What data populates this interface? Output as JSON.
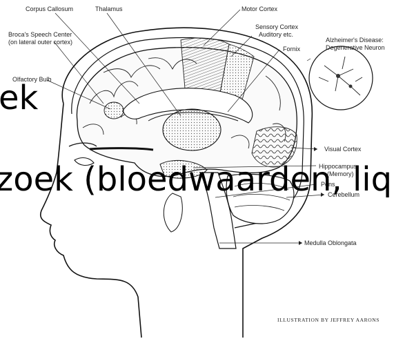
{
  "labels": {
    "corpus_callosum": "Corpus Callosum",
    "thalamus": "Thalamus",
    "motor_cortex": "Motor Cortex",
    "brocas_line1": "Broca's Speech Center",
    "brocas_line2": "(on lateral outer cortex)",
    "sensory_line1": "Sensory Cortex",
    "sensory_line2": "Auditory etc.",
    "fornix": "Fornix",
    "alzheimers_line1": "Alzheimer's Disease:",
    "alzheimers_line2": "Degenerative Neuron",
    "olfactory_bulb": "Olfactory Bulb",
    "visual_cortex": "Visual Cortex",
    "hippocampus_line1": "Hippocampus",
    "hippocampus_line2": "(Memory)",
    "pons": "Pons",
    "cerebellum": "Cerebellum",
    "medulla": "Medulla Oblongata"
  },
  "credit": "ILLUSTRATION BY JEFFREY AARONS",
  "overlay": {
    "line1": "ek",
    "line2": "zoek (bloedwaarden, liqu"
  }
}
